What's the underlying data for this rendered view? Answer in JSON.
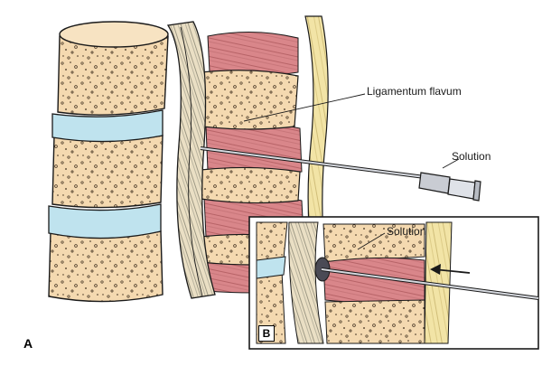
{
  "labels": {
    "ligamentum_flavum": "Ligamentum flavum",
    "solution_a": "Solution",
    "solution_b": "Solution"
  },
  "panels": {
    "a": "A",
    "b": "B"
  },
  "colors": {
    "bone": "#f4d9b0",
    "disc": "#bfe3ee",
    "ligament_yellow": "#f2e4a6",
    "muscle": "#d9868a",
    "outline": "#1a1a1a",
    "syringe": "#c9ccd3"
  }
}
